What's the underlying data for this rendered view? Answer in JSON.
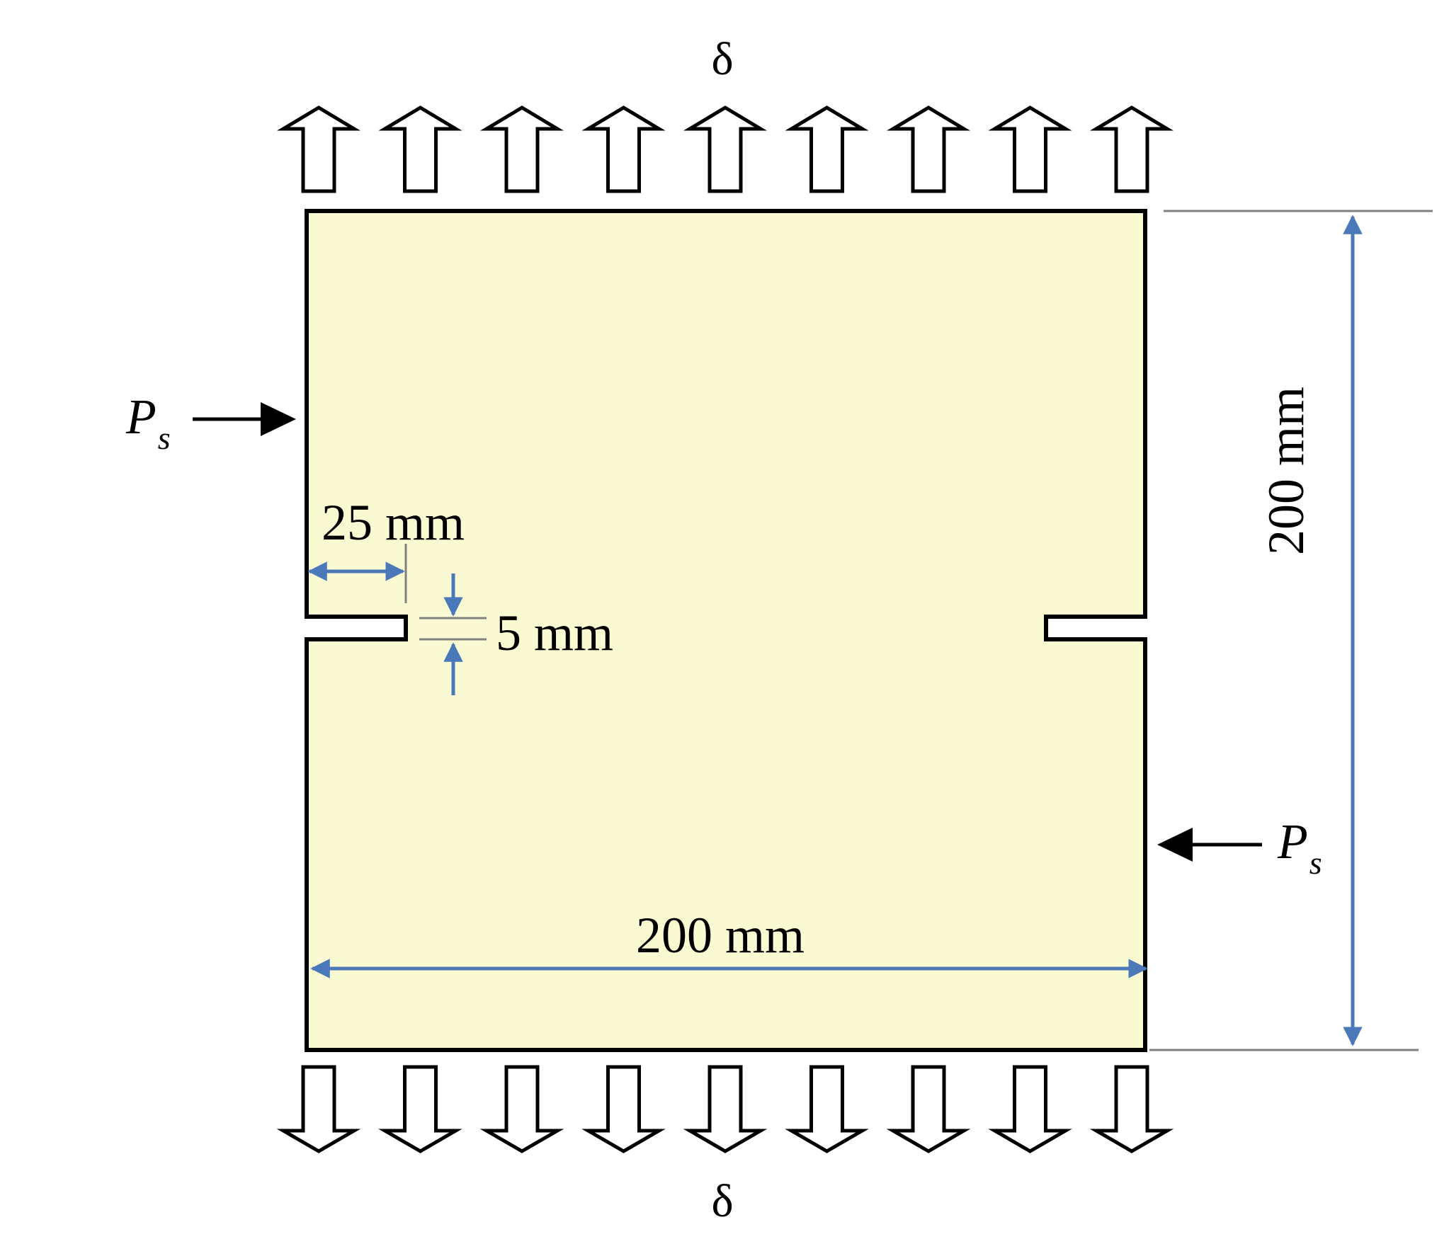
{
  "diagram": {
    "top_load_label": "δ",
    "bottom_load_label": "δ",
    "load_arrow_count": 9,
    "left_force": {
      "symbol": "P",
      "subscript": "s"
    },
    "right_force": {
      "symbol": "P",
      "subscript": "s"
    },
    "dimensions": {
      "notch_depth": "25 mm",
      "notch_width": "5 mm",
      "specimen_width": "200 mm",
      "specimen_height": "200 mm"
    },
    "colors": {
      "specimen_fill": "#FAFAD2",
      "outline": "#000000",
      "dimension_arrow": "#4A78B8",
      "extension_line": "#808080"
    }
  }
}
